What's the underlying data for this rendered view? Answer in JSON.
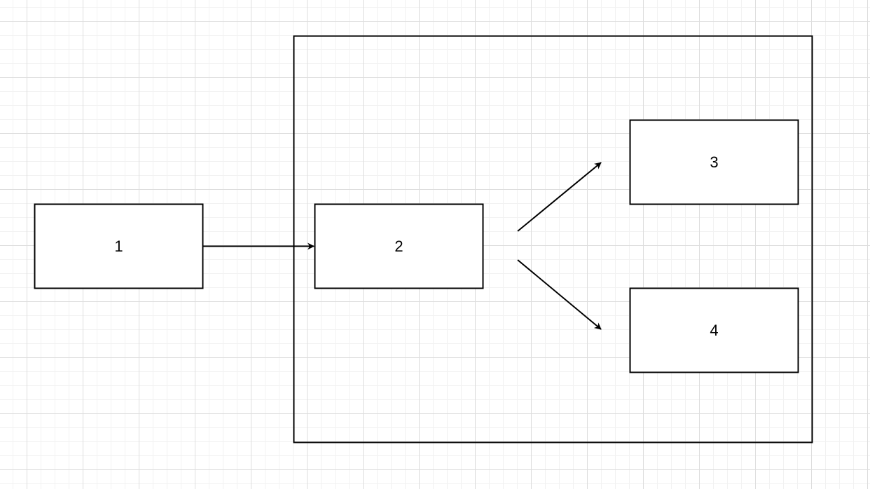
{
  "nodes": [
    {
      "id": "1",
      "label": "1"
    },
    {
      "id": "2",
      "label": "2"
    },
    {
      "id": "3",
      "label": "3"
    },
    {
      "id": "4",
      "label": "4"
    }
  ],
  "edges": [
    {
      "from": "1",
      "to": "2"
    },
    {
      "from": "2",
      "to": "3"
    },
    {
      "from": "2",
      "to": "4"
    }
  ],
  "colors": {
    "stroke": "#000000",
    "fill": "#ffffff"
  }
}
